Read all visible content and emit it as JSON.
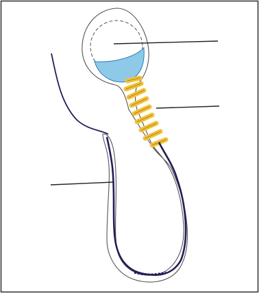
{
  "figure": {
    "subject": "sperm cell",
    "parts": [
      {
        "part": "head",
        "label": ""
      },
      {
        "part": "midpiece",
        "label": ""
      },
      {
        "part": "tail",
        "label": ""
      }
    ]
  },
  "colors": {
    "border": "#2f2f2f",
    "outline": "#555555",
    "acrosome": "#8ec9e8",
    "acrosome_stroke": "#2e7fb3",
    "mitochondria": "#f0c23a",
    "mitochondria_stroke": "#b88612",
    "axoneme": "#2a1a57",
    "leader_line": "#222222"
  }
}
